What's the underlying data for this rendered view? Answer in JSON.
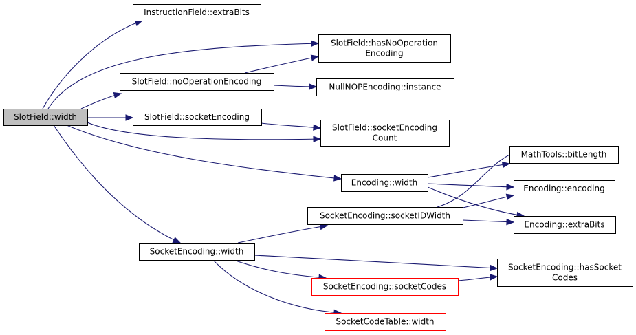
{
  "colors": {
    "edge": "#191970",
    "root_fill": "#bfbfbf",
    "node_stroke": "#000000",
    "external_stroke": "#ff0000",
    "node_fill": "#ffffff"
  },
  "nodes": [
    {
      "id": "root",
      "lines": [
        "SlotField::width"
      ],
      "kind": "root"
    },
    {
      "id": "instr-extrabits",
      "lines": [
        "InstructionField::extraBits"
      ],
      "kind": "normal"
    },
    {
      "id": "hasnoop",
      "lines": [
        "SlotField::hasNoOperation",
        "Encoding"
      ],
      "kind": "normal"
    },
    {
      "id": "noopenc",
      "lines": [
        "SlotField::noOperationEncoding"
      ],
      "kind": "normal"
    },
    {
      "id": "nullnop",
      "lines": [
        "NullNOPEncoding::instance"
      ],
      "kind": "normal"
    },
    {
      "id": "sockenc",
      "lines": [
        "SlotField::socketEncoding"
      ],
      "kind": "normal"
    },
    {
      "id": "sockenccount",
      "lines": [
        "SlotField::socketEncoding",
        "Count"
      ],
      "kind": "normal"
    },
    {
      "id": "bitlength",
      "lines": [
        "MathTools::bitLength"
      ],
      "kind": "normal"
    },
    {
      "id": "enc-width",
      "lines": [
        "Encoding::width"
      ],
      "kind": "normal"
    },
    {
      "id": "enc-encoding",
      "lines": [
        "Encoding::encoding"
      ],
      "kind": "normal"
    },
    {
      "id": "sockidwidth",
      "lines": [
        "SocketEncoding::socketIDWidth"
      ],
      "kind": "normal"
    },
    {
      "id": "enc-extrabits",
      "lines": [
        "Encoding::extraBits"
      ],
      "kind": "normal"
    },
    {
      "id": "sock-width",
      "lines": [
        "SocketEncoding::width"
      ],
      "kind": "normal"
    },
    {
      "id": "hassockcodes",
      "lines": [
        "SocketEncoding::hasSocket",
        "Codes"
      ],
      "kind": "normal"
    },
    {
      "id": "sockcodes",
      "lines": [
        "SocketEncoding::socketCodes"
      ],
      "kind": "external"
    },
    {
      "id": "codetable-width",
      "lines": [
        "SocketCodeTable::width"
      ],
      "kind": "external"
    }
  ],
  "edges": [
    {
      "from": "root",
      "to": "instr-extrabits"
    },
    {
      "from": "root",
      "to": "hasnoop"
    },
    {
      "from": "root",
      "to": "noopenc"
    },
    {
      "from": "root",
      "to": "sockenc"
    },
    {
      "from": "root",
      "to": "sockenccount"
    },
    {
      "from": "root",
      "to": "enc-width"
    },
    {
      "from": "root",
      "to": "sock-width"
    },
    {
      "from": "noopenc",
      "to": "hasnoop"
    },
    {
      "from": "noopenc",
      "to": "nullnop"
    },
    {
      "from": "sockenc",
      "to": "sockenccount"
    },
    {
      "from": "enc-width",
      "to": "bitlength"
    },
    {
      "from": "enc-width",
      "to": "enc-encoding"
    },
    {
      "from": "enc-width",
      "to": "enc-extrabits"
    },
    {
      "from": "sockidwidth",
      "to": "bitlength"
    },
    {
      "from": "sockidwidth",
      "to": "enc-encoding"
    },
    {
      "from": "sockidwidth",
      "to": "enc-extrabits"
    },
    {
      "from": "sock-width",
      "to": "sockidwidth"
    },
    {
      "from": "sock-width",
      "to": "hassockcodes"
    },
    {
      "from": "sock-width",
      "to": "sockcodes"
    },
    {
      "from": "sock-width",
      "to": "codetable-width"
    },
    {
      "from": "sockcodes",
      "to": "hassockcodes"
    }
  ]
}
